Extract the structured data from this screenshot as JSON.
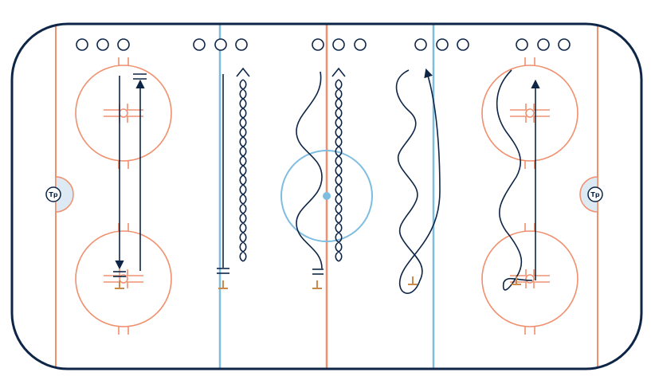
{
  "colors": {
    "board": "#0d2547",
    "red_line": "#f0906e",
    "blue_line": "#7fbde0",
    "crease_fill": "#dde9f3",
    "path": "#0d2547",
    "cone": "#c98a4b"
  },
  "goalies": {
    "left_label": "Tp",
    "right_label": "Tp"
  },
  "drills": {
    "straight_skate": "straight-line",
    "crossover_skate": "crossover",
    "weave_skate": "weave",
    "figure_loop_skate": "loop",
    "zone_weave_skate": "weave-return"
  }
}
